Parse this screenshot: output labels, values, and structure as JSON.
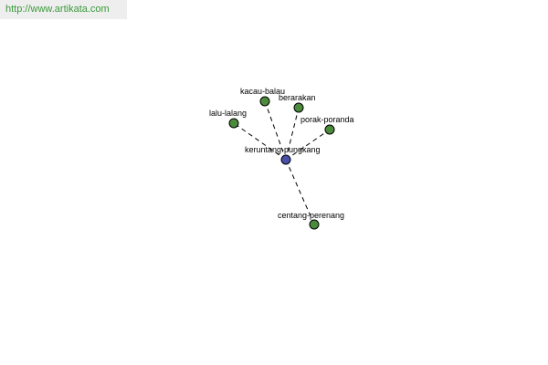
{
  "source": {
    "url": "http://www.artikata.com"
  },
  "colors": {
    "center_node": "#4a4fa8",
    "leaf_node": "#4c8a3c",
    "url_text": "#3a9a3a"
  },
  "graph": {
    "center": {
      "id": "center",
      "label": "keruntang-pungkang"
    },
    "nodes": [
      {
        "id": "n1",
        "label": "kacau-balau"
      },
      {
        "id": "n2",
        "label": "berarakan"
      },
      {
        "id": "n3",
        "label": "lalu-lalang"
      },
      {
        "id": "n4",
        "label": "porak-poranda"
      },
      {
        "id": "n5",
        "label": "centang-perenang"
      }
    ],
    "edges": [
      {
        "from": "center",
        "to": "n1"
      },
      {
        "from": "center",
        "to": "n2"
      },
      {
        "from": "center",
        "to": "n3"
      },
      {
        "from": "center",
        "to": "n4"
      },
      {
        "from": "center",
        "to": "n5"
      }
    ]
  }
}
